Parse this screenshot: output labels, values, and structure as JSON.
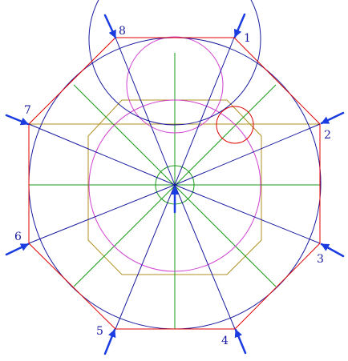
{
  "colors": {
    "octagon": "#e00000",
    "small_circle": "#e00000",
    "big_circle": "#1a1aa0",
    "spoke": "#1a1aa0",
    "arrow": "#1a3ce0",
    "green": "#1a9a1a",
    "magenta": "#d040d0",
    "olive": "#b09020",
    "label": "#1a1aa0"
  },
  "labels": [
    "1",
    "2",
    "3",
    "4",
    "5",
    "6",
    "7",
    "8"
  ]
}
